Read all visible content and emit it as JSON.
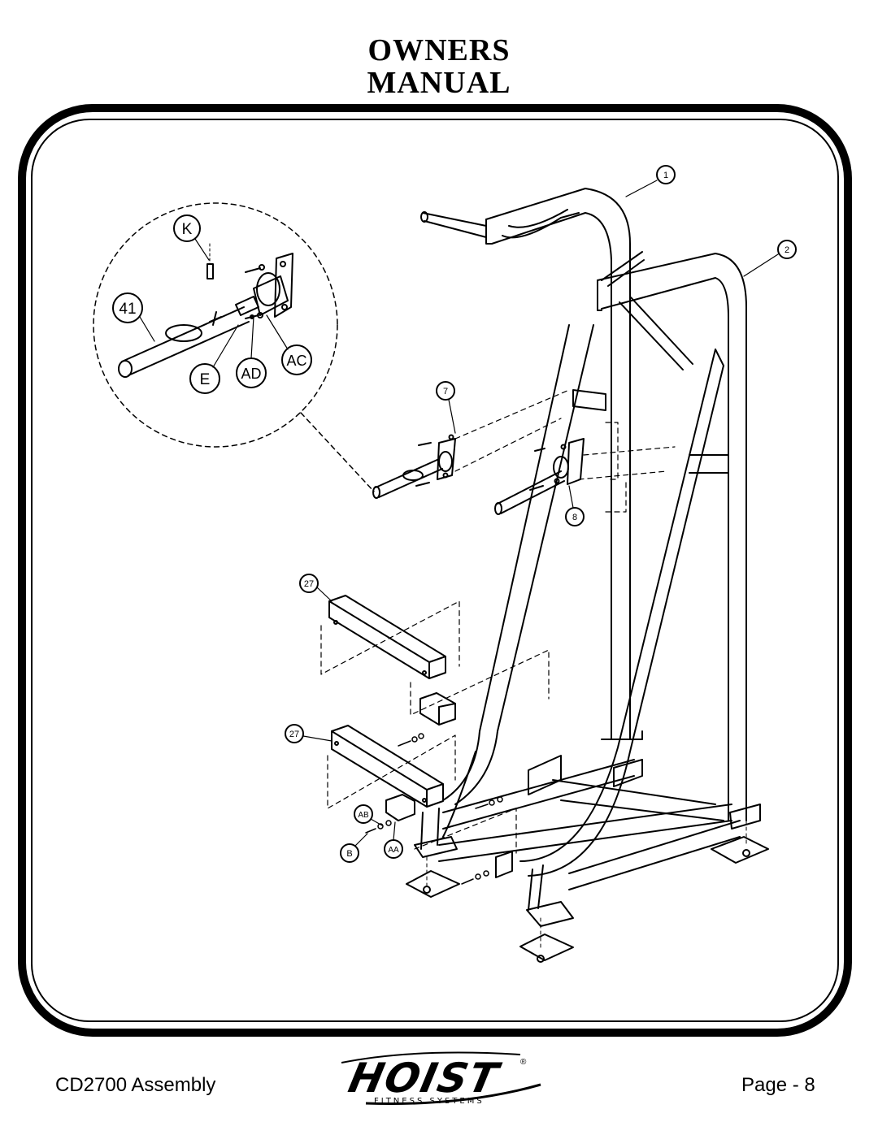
{
  "header": {
    "line1": "OWNERS",
    "line2": "MANUAL"
  },
  "footer": {
    "left": "CD2700 Assembly",
    "right": "Page - 8"
  },
  "logo": {
    "word": "HOIST",
    "subtitle": "FITNESS SYSTEMS",
    "mark": "®"
  },
  "callouts": {
    "c1": "1",
    "c2": "2",
    "c7": "7",
    "c8": "8",
    "c27a": "27",
    "c27b": "27",
    "c41": "41",
    "K": "K",
    "E": "E",
    "AD": "AD",
    "AC": "AC",
    "AB": "AB",
    "B": "B",
    "AA": "AA"
  }
}
